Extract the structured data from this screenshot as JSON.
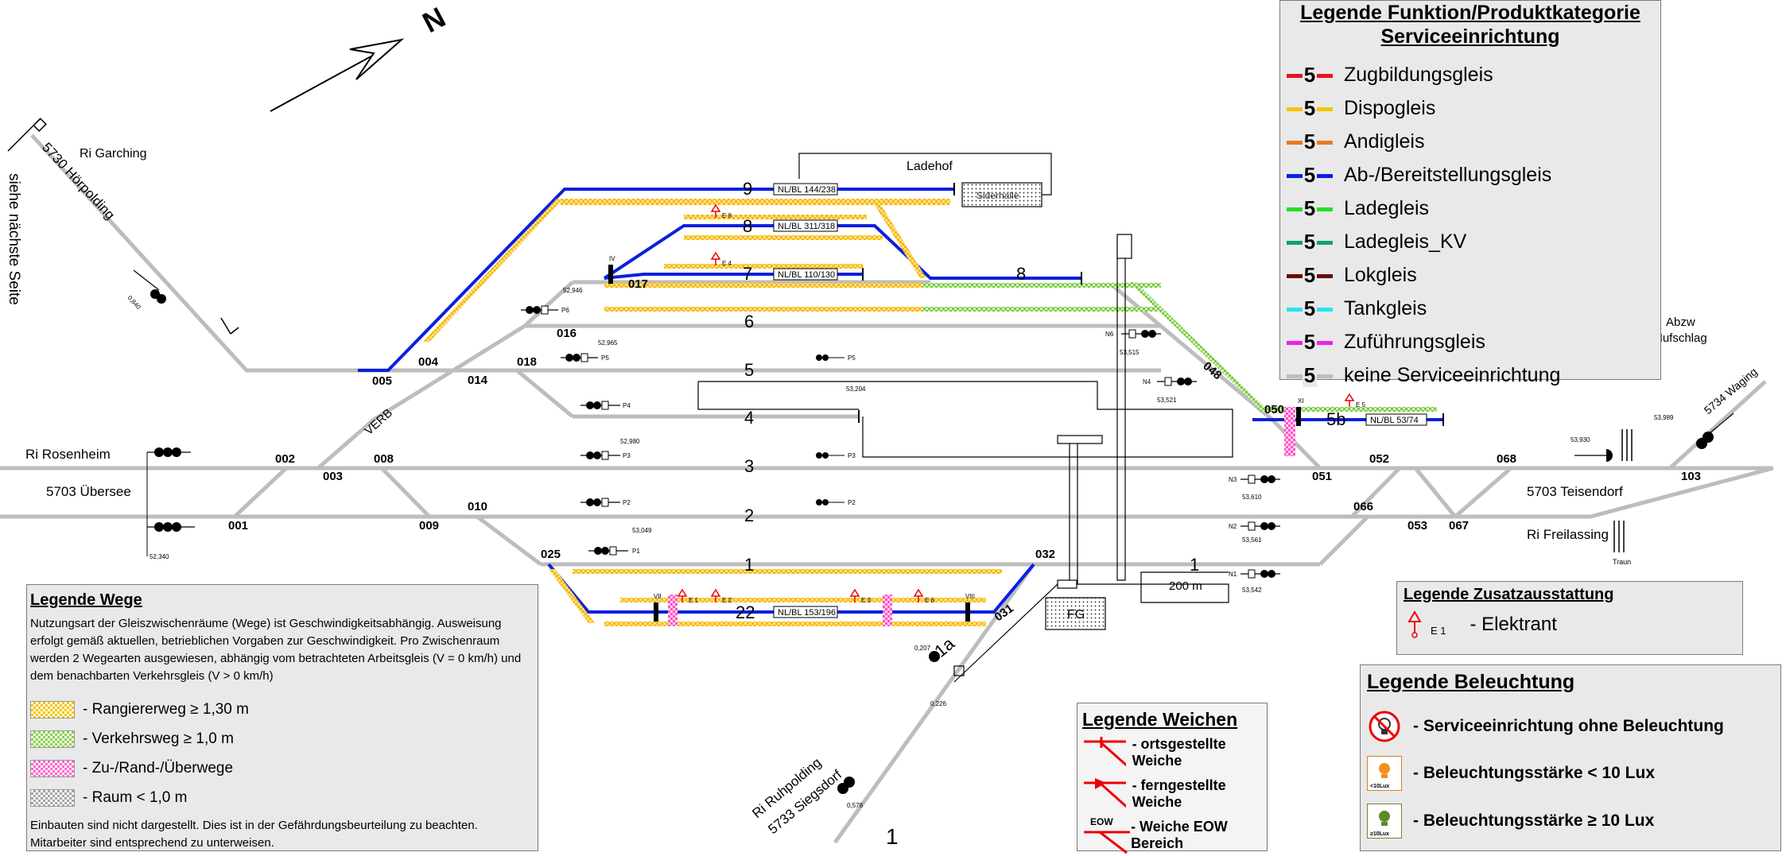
{
  "north_label": "N",
  "places": {
    "garching": "Ri Garching",
    "hoerpolding": "5730  Hörpolding",
    "next_page": "siehe nächste Seite",
    "rosenheim": "Ri Rosenheim",
    "uebersee": "5703  Übersee",
    "teisendorf": "5703  Teisendorf",
    "freilassing": "Ri Freilassing",
    "traun": "Traun",
    "abzw": "Abzw",
    "hufschlag": "Hufschlag",
    "waging": "5734  Waging",
    "ruhpolding": "Ri Ruhpolding",
    "siegsdorf": "5733  Siegsdorf",
    "ladehof": "Ladehof",
    "seitenrampe": "Siderhalle",
    "verb": "VERB",
    "fg": "FG",
    "dist_200m": "200 m",
    "page_number": "1"
  },
  "track_numbers": {
    "t9": "9",
    "t8a": "8",
    "t8b": "8",
    "t7": "7",
    "t6": "6",
    "t5": "5",
    "t4": "4",
    "t3": "3",
    "t2": "2",
    "t1a": "1",
    "t1b": "1",
    "t22": "22",
    "t5b": "5b",
    "t1a_branch": "1a"
  },
  "track_labels": {
    "nl9": "NL/BL 144/238",
    "nl8": "NL/BL 311/318",
    "nl7": "NL/BL 110/130",
    "nl22": "NL/BL 153/196",
    "nl5b": "NL/BL 53/74"
  },
  "switches": {
    "s001": "001",
    "s002": "002",
    "s003": "003",
    "s004": "004",
    "s005": "005",
    "s008": "008",
    "s009": "009",
    "s010": "010",
    "s014": "014",
    "s016": "016",
    "s017": "017",
    "s018": "018",
    "s025": "025",
    "s031": "031",
    "s032": "032",
    "s048": "048",
    "s050": "050",
    "s051": "051",
    "s052": "052",
    "s053": "053",
    "s066": "066",
    "s067": "067",
    "s068": "068",
    "s103": "103"
  },
  "signals": {
    "p1": "P1",
    "p2": "P2",
    "p3": "P3",
    "p4": "P4",
    "p5": "P5",
    "p6": "P6",
    "p2r": "P2",
    "p3r": "P3",
    "p5r": "P5",
    "n1": "N1",
    "n2": "N2",
    "n3": "N3",
    "n4": "N4",
    "n6": "N6",
    "iv": "IV",
    "xi": "XI",
    "vii": "VII",
    "vii2": "VIII"
  },
  "km_values": {
    "k1": "52,946",
    "k2": "52,965",
    "k3": "53,204",
    "k4": "52,980",
    "k5": "53,049",
    "k6": "52,340",
    "k7": "53,515",
    "k8": "53,521",
    "k9": "53,610",
    "k10": "53,561",
    "k11": "53,542",
    "k12": "53,930",
    "k13": "53,989",
    "k14": "0,207",
    "k15": "0,226",
    "k16": "0,578",
    "k17": "0,840"
  },
  "hydrants": {
    "e1": "E 1",
    "e2": "E 2",
    "e3": "E 3",
    "e4": "E 4",
    "e5": "E 5",
    "e6": "E 6",
    "e8": "E 8"
  },
  "legend_funktion": {
    "title_line1": "Legende Funktion/Produktkategorie",
    "title_line2": "Serviceeinrichtung",
    "number": "5",
    "items": [
      {
        "label": "Zugbildungsgleis",
        "color": "#e8141b"
      },
      {
        "label": "Dispogleis",
        "color": "#f5c400"
      },
      {
        "label": "Andigleis",
        "color": "#e97a22"
      },
      {
        "label": "Ab-/Bereitstellungsgleis",
        "color": "#0a1fe0"
      },
      {
        "label": "Ladegleis",
        "color": "#22e022"
      },
      {
        "label": "Ladegleis_KV",
        "color": "#12a076"
      },
      {
        "label": "Lokgleis",
        "color": "#6b0a0a"
      },
      {
        "label": "Tankgleis",
        "color": "#22e5f0"
      },
      {
        "label": "Zuführungsgleis",
        "color": "#ee22e4"
      },
      {
        "label": "keine Serviceeinrichtung",
        "color": "#bdbdbd"
      }
    ]
  },
  "legend_wege": {
    "title": "Legende Wege",
    "intro": "Nutzungsart der Gleiszwischenräume (Wege) ist Geschwindigkeitsabhängig. Ausweisung erfolgt gemäß aktuellen, betrieblichen Vorgaben zur Geschwindigkeit. Pro Zwischenraum werden 2 Wegearten ausgewiesen, abhängig vom betrachteten Arbeitsgleis (V = 0 km/h) und dem benachbarten Verkehrsgleis (V > 0 km/h)",
    "items": [
      {
        "label": "- Rangiererweg ≥ 1,30 m",
        "color": "#f5c400"
      },
      {
        "label": "- Verkehrsweg ≥ 1,0 m",
        "color": "#8fd14f"
      },
      {
        "label": "- Zu-/Rand-/Überwege",
        "color": "#ff66cc"
      },
      {
        "label": "- Raum < 1,0 m",
        "color": "#a6a6a6"
      }
    ],
    "footer": "Einbauten sind nicht dargestellt. Dies ist in der Gefährdungsbeurteilung zu beachten. Mitarbeiter sind entsprechend zu unterweisen."
  },
  "legend_zusatz": {
    "title": "Legende Zusatzausstattung",
    "item_code": "E 1",
    "item_label": "- Elektrant"
  },
  "legend_weichen": {
    "title": "Legende Weichen",
    "eow": "EOW",
    "items": [
      "- ortsgestellte Weiche",
      "- ferngestellte Weiche",
      "- Weiche EOW Bereich"
    ]
  },
  "legend_beleuchtung": {
    "title": "Legende Beleuchtung",
    "items": [
      "- Serviceeinrichtung ohne Beleuchtung",
      "- Beleuchtungsstärke < 10 Lux",
      "- Beleuchtungsstärke ≥ 10 Lux"
    ],
    "lux_small": "<10Lux",
    "lux_big": "≥10Lux"
  }
}
